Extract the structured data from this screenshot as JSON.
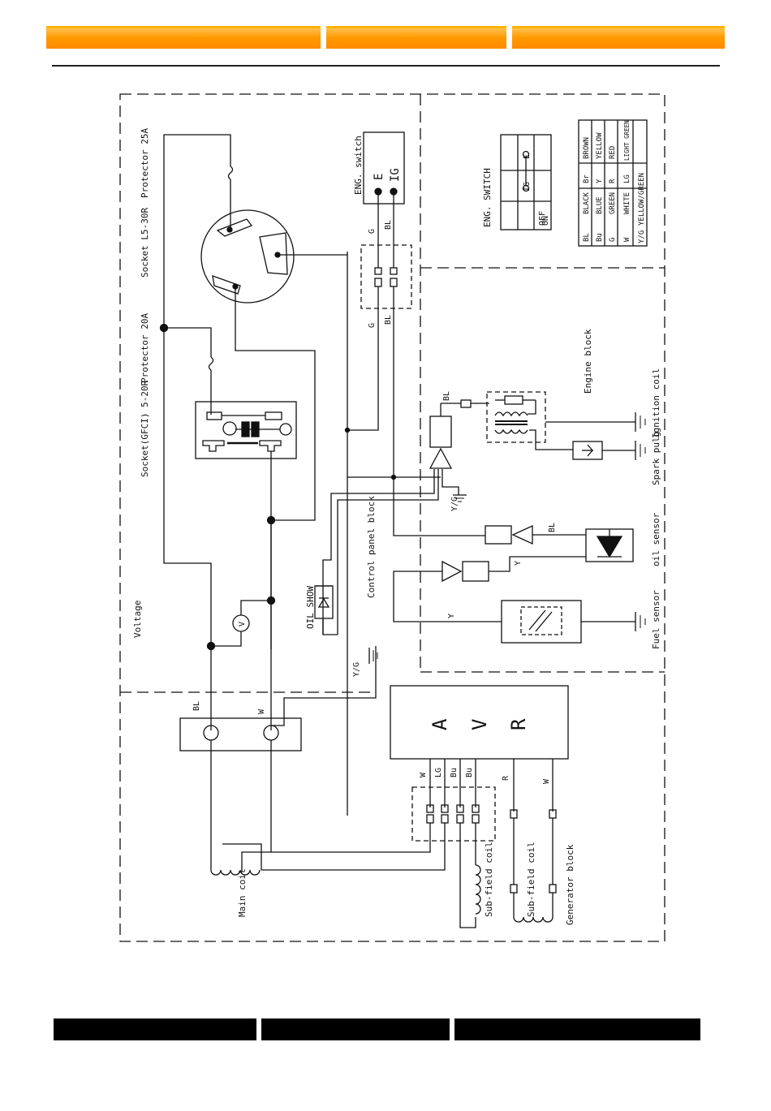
{
  "labels": {
    "protector_25a": "Protector 25A",
    "socket_l5_30r": "Socket L5-30R",
    "protector_20a": "Protector 20A",
    "socket_gfci": "Socket(GFCI) 5-20R",
    "voltage": "Voltage",
    "oil_show": "OIL SHOW",
    "control_panel_block": "Control panel block",
    "eng_switch_lower": "ENG. switch",
    "eng_switch_upper": "ENG. SWITCH",
    "engine_block": "Engine block",
    "ignition_coil": "Ignition coil",
    "spark_plug": "Spark pulg",
    "oil_sensor": "oil sensor",
    "fuel_sensor": "Fuel sensor",
    "main_coil": "Main coil",
    "sub_field_coil": "Sub-field coil",
    "generator_block": "Generator block"
  },
  "avr": [
    "A",
    "V",
    "R"
  ],
  "voltmeter": "V",
  "switch_terminals": [
    "E",
    "IG"
  ],
  "wire_tags": {
    "g": "G",
    "bl": "BL",
    "yg": "Y/G",
    "y": "Y",
    "w": "W",
    "lg": "LG",
    "bu": "Bu",
    "r": "R"
  },
  "switch_table": {
    "headers": [
      "",
      "IG",
      "E"
    ],
    "rows": [
      [
        "OFF",
        "o—o"
      ],
      [
        "ON",
        ""
      ]
    ]
  },
  "color_legend": [
    [
      "BL",
      "BLACK",
      "Br",
      "BROWN"
    ],
    [
      "Bu",
      "BLUE",
      "Y",
      "YELLOW"
    ],
    [
      "G",
      "GREEN",
      "R",
      "RED"
    ],
    [
      "W",
      "WHITE",
      "LG",
      "LIGHT GREEN"
    ],
    [
      "Y/G",
      "YELLOW/GREEN",
      "",
      ""
    ]
  ],
  "colors": {
    "header_orange": "#ff9a00",
    "footer_black": "#000000",
    "line": "#111111"
  }
}
